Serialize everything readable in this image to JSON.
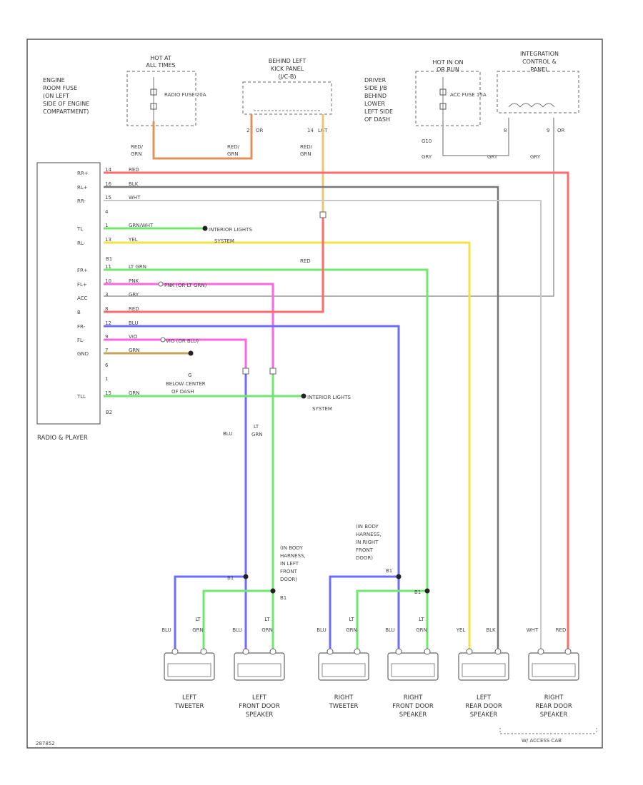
{
  "modules": {
    "radio": {
      "name": "RADIO & PLAYER",
      "terminals_top": [
        {
          "pin": "14",
          "name": "RR+",
          "wire": "RED"
        },
        {
          "pin": "16",
          "name": "RL+",
          "wire": "BLK"
        },
        {
          "pin": "15",
          "name": "RR-",
          "wire": "WHT"
        },
        {
          "pin": "4",
          "name": "",
          "wire": ""
        },
        {
          "pin": "1",
          "name": "TL",
          "wire": "GRN/WHT"
        },
        {
          "pin": "13",
          "name": "RL-",
          "wire": "YEL"
        }
      ],
      "group_b1": "B1",
      "terminals_bottom": [
        {
          "pin": "11",
          "name": "FR+",
          "wire": "LT GRN"
        },
        {
          "pin": "10",
          "name": "FL+",
          "wire": "PNK",
          "extra": "PNK (OR LT GRN)"
        },
        {
          "pin": "3",
          "name": "ACC",
          "wire": "GRY"
        },
        {
          "pin": "8",
          "name": "B",
          "wire": "RED"
        },
        {
          "pin": "12",
          "name": "FR-",
          "wire": "BLU"
        },
        {
          "pin": "9",
          "name": "FL-",
          "wire": "VIO",
          "extra": "VIO (OR BLU)"
        },
        {
          "pin": "7",
          "name": "GND",
          "wire": "GRN"
        },
        {
          "pin": "6",
          "name": "",
          "wire": ""
        },
        {
          "pin": "1",
          "name": "",
          "wire": ""
        },
        {
          "pin": "15",
          "name": "TLL",
          "wire": "GRN"
        }
      ],
      "group_b2": "B2"
    },
    "fuse_box_engine": {
      "hot": "HOT AT ALL TIMES",
      "location": "ENGINE ROOM FUSE (ON LEFT SIDE OF ENGINE COMPARTMENT)",
      "fuse": "RADIO FUSE 20A",
      "wire": "RED/GRN"
    },
    "kick_panel": {
      "location": "BEHIND LEFT KICK PANEL (J/C-B)",
      "pin_left": "2",
      "wire_left": "OR",
      "pin_right": "14",
      "wire_right": "LGT",
      "wire_left_out": "RED/GRN",
      "wire_right_out": "RED/GRN"
    },
    "fuse_box_dash": {
      "hot": "HOT IN ON OR RUN",
      "location": "DRIVER SIDE J/B BEHIND LOWER LEFT SIDE OF DASH",
      "fuse": "ACC FUSE 15A",
      "pin": "G10",
      "wire": "GRY"
    },
    "integration": {
      "name": "INTEGRATION CONTROL & PANEL",
      "pin_left": "8",
      "pin_right": "9",
      "wire_right": "OR",
      "wire": "GRY"
    }
  },
  "connections": {
    "interior_lights_1": "INTERIOR LIGHTS SYSTEM",
    "interior_lights_2": "INTERIOR LIGHTS SYSTEM",
    "ground": "G BELOW CENTER OF DASH",
    "red_label": "RED",
    "left_door_harness": "(IN BODY HARNESS, IN LEFT FRONT DOOR) B1",
    "right_door_harness": "(IN BODY HARNESS, IN RIGHT FRONT DOOR)",
    "splice_b1": "B1",
    "splice_b1_2": "B1",
    "splice_b1_3": "B1",
    "blu_label": "BLU",
    "ltgrn_label": "LT GRN"
  },
  "speakers": [
    {
      "name": "LEFT TWEETER",
      "wire_a": "BLU",
      "wire_b": "LT GRN"
    },
    {
      "name": "LEFT FRONT DOOR SPEAKER",
      "wire_a": "BLU",
      "wire_b": "LT GRN"
    },
    {
      "name": "RIGHT TWEETER",
      "wire_a": "BLU",
      "wire_b": "LT GRN"
    },
    {
      "name": "RIGHT FRONT DOOR SPEAKER",
      "wire_a": "BLU",
      "wire_b": "LT GRN"
    },
    {
      "name": "LEFT REAR DOOR SPEAKER",
      "wire_a": "YEL",
      "wire_b": "BLK"
    },
    {
      "name": "RIGHT REAR DOOR SPEAKER",
      "wire_a": "WHT",
      "wire_b": "RED"
    }
  ],
  "footer": {
    "note": "W/ ACCESS CAB",
    "figure_id": "287852"
  },
  "colors": {
    "red": "#ff6b6b",
    "black": "#777777",
    "white": "#bbbbbb",
    "yellow": "#f2e34a",
    "green": "#6ee86e",
    "pink": "#ff66e0",
    "blue": "#6c6cff",
    "violet": "#c86cf0",
    "gray": "#999999",
    "brown": "#c8a25a",
    "orange": "#e09050",
    "tan": "#e0c27a"
  }
}
